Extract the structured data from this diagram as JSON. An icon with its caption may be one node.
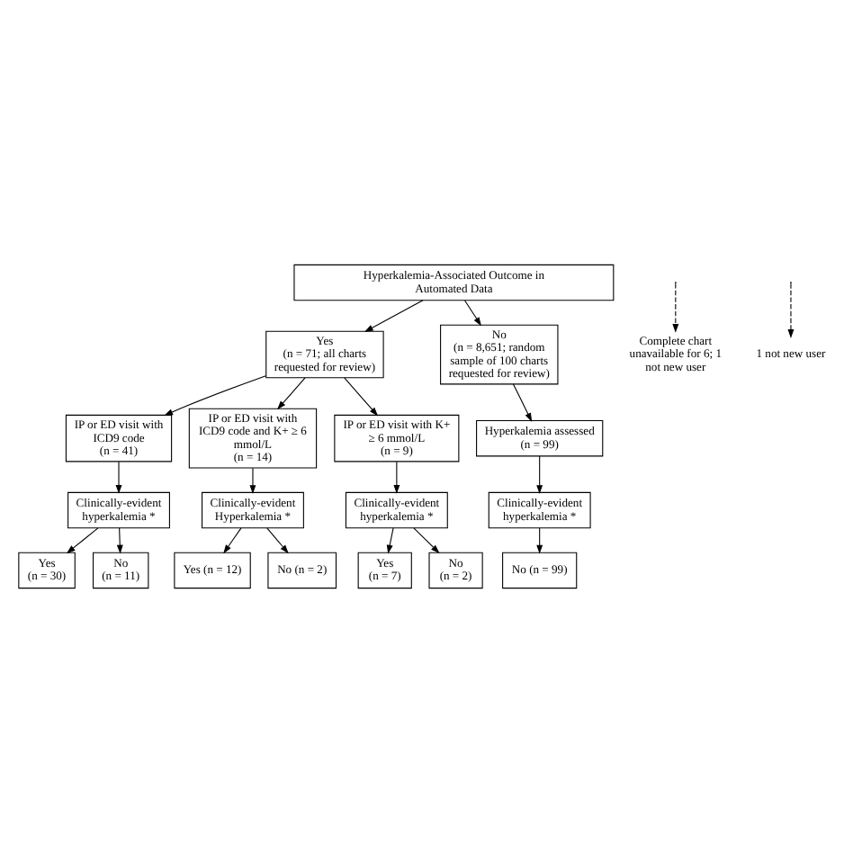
{
  "diagram": {
    "nodes": [
      {
        "text": [
          "Hyperkalemia-Associated Outcome in Automated Data"
        ]
      },
      {
        "text": [
          "Yes",
          "(n = 71; all charts requested for review)"
        ]
      },
      {
        "text": [
          "No",
          "(n = 8,651; random sample of 100 charts requested for review)"
        ]
      },
      {
        "text": [
          "Complete chart unavailable for 6; 1 not new user"
        ]
      },
      {
        "text": [
          "IP or ED visit with ICD9 code",
          "(n = 41)"
        ]
      },
      {
        "text": [
          "IP or ED visit with ICD9 code and K+ ≥ 6 mmol/L",
          "(n = 14)"
        ]
      },
      {
        "text": [
          "IP or ED visit with K+ ≥ 6 mmol/L",
          "(n = 9)"
        ]
      },
      {
        "text": [
          "1 not new user"
        ]
      },
      {
        "text": [
          "Hyperkalemia assessed (n = 99)"
        ]
      },
      {
        "text": [
          "Clinically-evident hyperkalemia *"
        ]
      },
      {
        "text": [
          "Clinically-evident Hyperkalemia *"
        ]
      },
      {
        "text": [
          "Yes (n = 12)"
        ]
      },
      {
        "text": [
          "No (n = 2)"
        ]
      },
      {
        "text": [
          "No (n = 99)"
        ]
      },
      {
        "text": [
          "Clinically-evident hyperkalemia *"
        ]
      },
      {
        "text": [
          "Clinically-evident hyperkalemia *"
        ]
      },
      {
        "text": [
          "Yes",
          "(n = 30)"
        ]
      },
      {
        "text": [
          "No",
          "(n = 11)"
        ]
      },
      {
        "text": [
          "Yes",
          "(n = 7)"
        ]
      },
      {
        "text": [
          "No",
          "(n = 2)"
        ]
      }
    ],
    "edges": [
      {
        "from": 0,
        "to": 1,
        "arrow": "to"
      },
      {
        "from": 0,
        "to": 2,
        "arrow": "to"
      },
      {
        "from": null,
        "to": 3,
        "arrow": "to",
        "style": "dashed"
      },
      {
        "from": 1,
        "to": 4,
        "arrow": "to"
      },
      {
        "from": 1,
        "to": 5,
        "arrow": "to"
      },
      {
        "from": 1,
        "to": 6,
        "arrow": "to"
      },
      {
        "from": null,
        "to": 7,
        "arrow": "to",
        "style": "dashed"
      },
      {
        "from": 2,
        "to": 8,
        "arrow": "to"
      },
      {
        "from": 8,
        "to": 9,
        "arrow": "to"
      },
      {
        "from": 5,
        "to": 10,
        "arrow": "to"
      },
      {
        "from": 10,
        "to": 11,
        "arrow": "to"
      },
      {
        "from": 10,
        "to": 12,
        "arrow": "to"
      },
      {
        "from": 9,
        "to": 13,
        "arrow": "to"
      },
      {
        "from": 4,
        "to": 14,
        "arrow": "to"
      },
      {
        "from": 6,
        "to": 15,
        "arrow": "to"
      },
      {
        "from": 14,
        "to": 16,
        "arrow": "to"
      },
      {
        "from": 14,
        "to": 17,
        "arrow": "to"
      },
      {
        "from": 15,
        "to": 18,
        "arrow": "to"
      },
      {
        "from": 15,
        "to": 19,
        "arrow": "to"
      }
    ]
  }
}
